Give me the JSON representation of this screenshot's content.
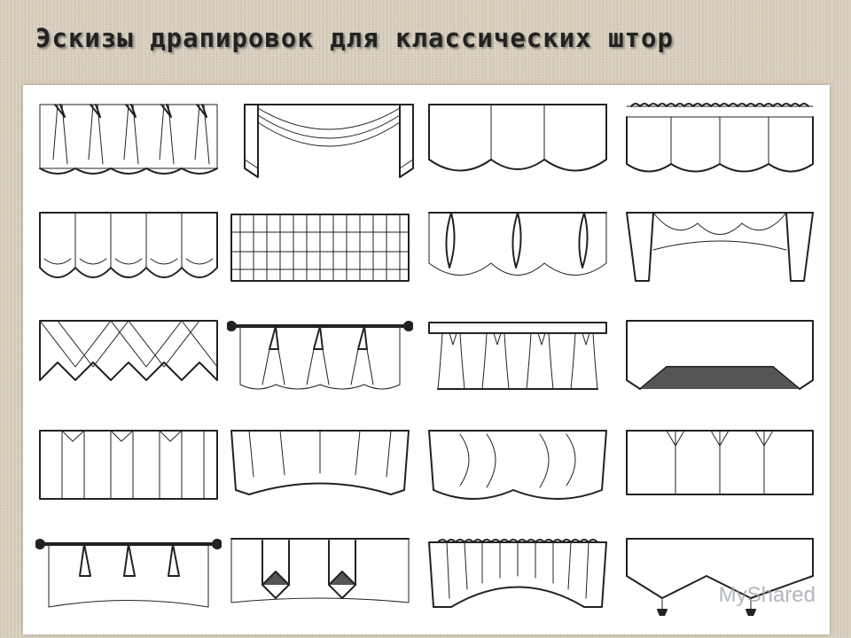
{
  "slide": {
    "title": "Эскизы драпировок для классических штор"
  },
  "gallery": {
    "rows": 5,
    "columns": 4,
    "sketch_count": 20,
    "colors": {
      "ink": "#222222",
      "paper": "#ffffff",
      "background": "#d8cfbe"
    }
  },
  "watermark": {
    "text": "MyShared"
  }
}
